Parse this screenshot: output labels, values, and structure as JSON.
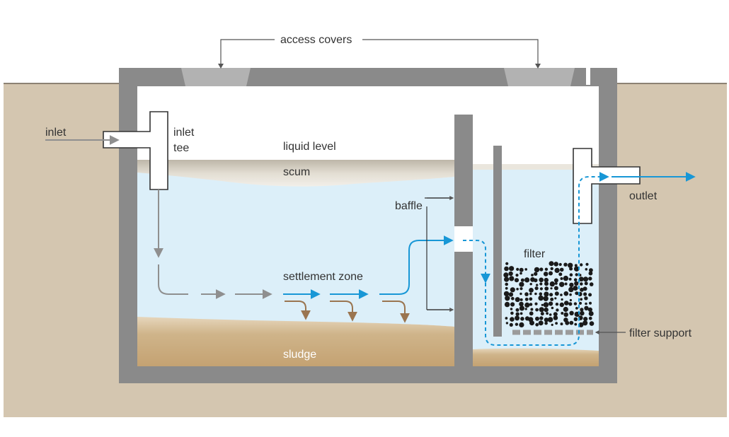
{
  "labels": {
    "access_covers": "access covers",
    "inlet": "inlet",
    "inlet_tee_line1": "inlet",
    "inlet_tee_line2": "tee",
    "liquid_level": "liquid level",
    "scum": "scum",
    "baffle": "baffle",
    "settlement_zone": "settlement zone",
    "sludge": "sludge",
    "filter": "filter",
    "outlet": "outlet",
    "filter_support": "filter support"
  },
  "colors": {
    "soil": "#d4c6b0",
    "tank_wall": "#8a8a8a",
    "cover": "#b2b2b2",
    "water": "#dceff9",
    "scum": "#d6d0c3",
    "sludge": "#c9a97a",
    "flow_gray": "#8f8f8f",
    "flow_blue": "#1897d6",
    "sludge_arrow": "#9a7550",
    "filter_media": "#1a1a1a",
    "text": "#333333"
  }
}
